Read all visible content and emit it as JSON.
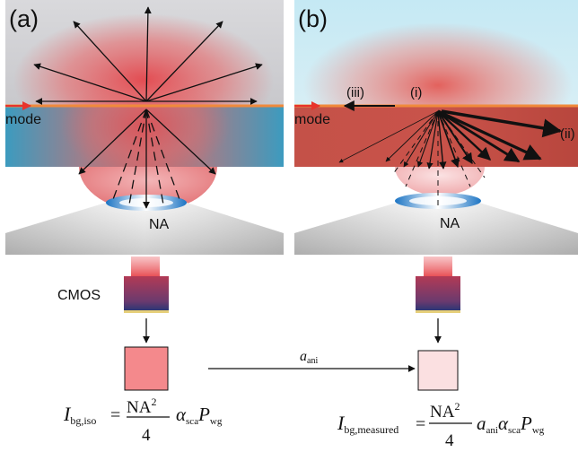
{
  "panels": [
    {
      "label": "(a)",
      "mode_label": "mode",
      "na_label": "NA"
    },
    {
      "label": "(b)",
      "mode_label": "mode",
      "na_label": "NA",
      "scatter_labels": {
        "i": "(i)",
        "ii": "(ii)",
        "iii": "(iii)"
      }
    }
  ],
  "cmos_label": "CMOS",
  "transfer": {
    "symbol": "a",
    "subscript": "ani"
  },
  "formulas": [
    {
      "lhs_symbol": "I",
      "lhs_sub": "bg,iso",
      "equals": "=",
      "numerator": "NA",
      "exponent": "2",
      "denominator": "4",
      "factors": [
        {
          "symbol": "α",
          "sub": "sca"
        },
        {
          "symbol": "P",
          "sub": "wg"
        }
      ]
    },
    {
      "lhs_symbol": "I",
      "lhs_sub": "bg,measured",
      "equals": "=",
      "numerator": "NA",
      "exponent": "2",
      "denominator": "4",
      "factors": [
        {
          "symbol": "a",
          "sub": "ani"
        },
        {
          "symbol": "α",
          "sub": "sca"
        },
        {
          "symbol": "P",
          "sub": "wg"
        }
      ]
    }
  ],
  "colors": {
    "waveguide_line": "#f08a3c",
    "mode_arrow": "#e8342c",
    "pixel_iso": "#f4898c",
    "pixel_measured": "#fbe0e1",
    "sensor_top": "#b23a55",
    "sensor_bottom": "#1f3576",
    "lens_rim": "#2f8fd0"
  }
}
